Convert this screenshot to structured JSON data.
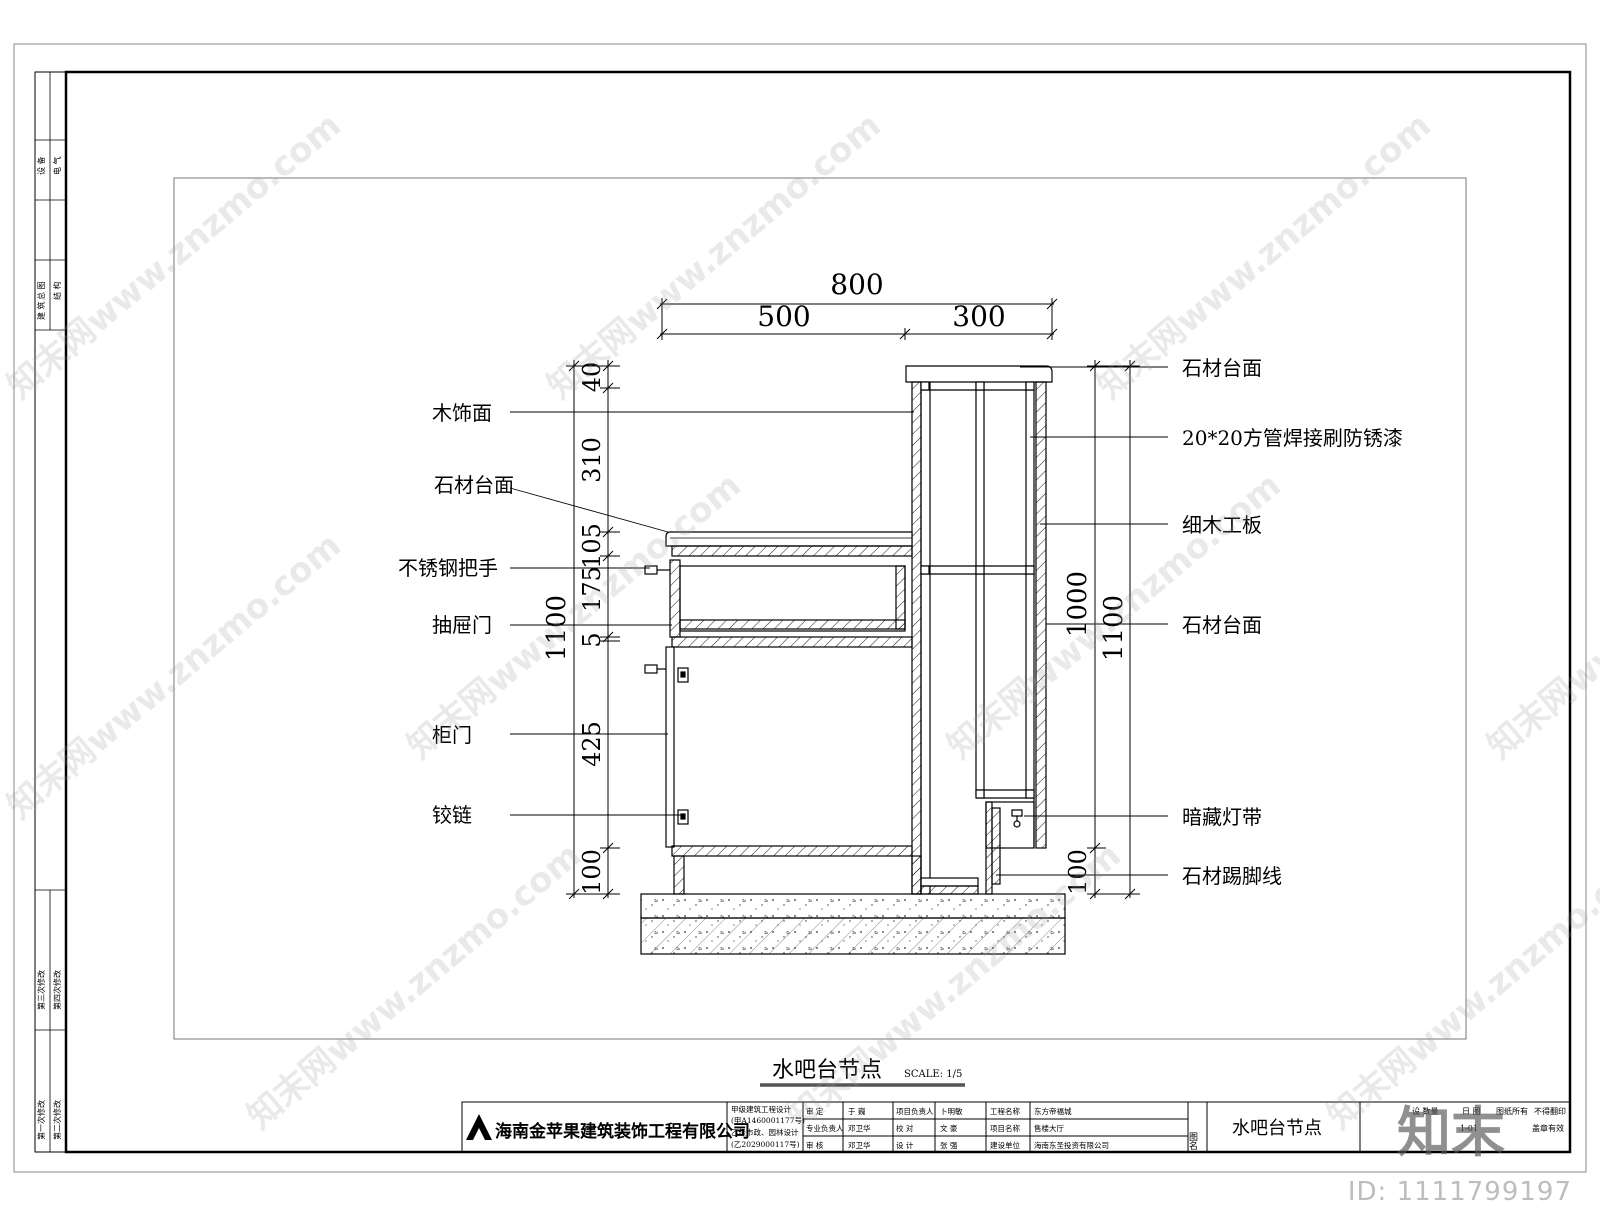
{
  "drawing": {
    "title": "水吧台节点",
    "scale": "SCALE: 1/5"
  },
  "dimensions": {
    "top_total": "800",
    "top_left": "500",
    "top_right": "300",
    "left_overall": "1100",
    "left_segments": [
      "40",
      "310",
      "105",
      "175",
      "5",
      "425",
      "100"
    ],
    "right_inner": "1000",
    "right_overall": "1100",
    "right_bottom": "100"
  },
  "labels_left": [
    "木饰面",
    "石材台面",
    "不锈钢把手",
    "抽屉门",
    "柜门",
    "铰链"
  ],
  "labels_right": [
    "石材台面",
    "20*20方管焊接刷防锈漆",
    "细木工板",
    "石材台面",
    "暗藏灯带",
    "石材踢脚线"
  ],
  "title_block": {
    "company": "海南金苹果建筑装饰工程有限公司",
    "qualifications": [
      "甲级建筑工程设计",
      "(甲A1460001177号)",
      "乙级市政、园林设计",
      "(乙2029000117号)"
    ],
    "roles_a": [
      "审  定",
      "专业负责人",
      "审  核"
    ],
    "names_a": [
      "于  巍",
      "邓卫华",
      "邓卫华"
    ],
    "roles_b": [
      "项目负责人",
      "校  对",
      "设  计"
    ],
    "names_b": [
      "卜明敏",
      "文  豪",
      "张  强"
    ],
    "roles_c": [
      "工程名称",
      "项目名称",
      "建设单位"
    ],
    "values_c": [
      "东方帝福城",
      "售楼大厅",
      "海南东圣投资有限公司"
    ],
    "figure_label": "图名",
    "figure_name": "水吧台节点",
    "extra": [
      "设 数量",
      "日 图",
      "1-01",
      "图纸所有",
      "不得翻印",
      "盖章有效"
    ]
  },
  "side_strip": {
    "top_cells": [
      "设 备",
      "电 气",
      "总 图",
      "建 筑",
      "结 构"
    ],
    "bottom_cells": [
      "第三次修改",
      "第四次修改",
      "第一次修改",
      "第二次修改"
    ]
  },
  "watermarks": {
    "site": "知末网www.znzmo.com",
    "id": "ID: 1111799197",
    "brand": "知末"
  }
}
